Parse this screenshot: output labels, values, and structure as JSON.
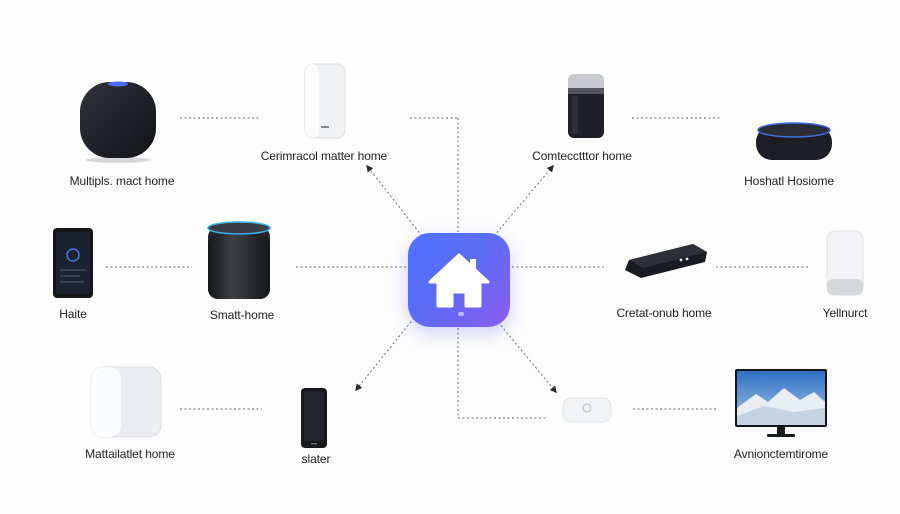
{
  "hub": {
    "icon": "home-icon",
    "gradient": [
      "#4f73ff",
      "#8a5cf0"
    ]
  },
  "devices": [
    {
      "id": "smart-speaker-dome",
      "label": "Multipls. mact home",
      "icon": "smart-speaker-icon"
    },
    {
      "id": "white-cylinder-hub",
      "label": "Cerimracol matter home",
      "icon": "smart-speaker-icon"
    },
    {
      "id": "black-smart-speaker",
      "label": "Comtecctttor home",
      "icon": "smart-speaker-icon"
    },
    {
      "id": "puck-speaker",
      "label": "Hoshatl Hosiome",
      "icon": "smart-speaker-icon"
    },
    {
      "id": "smartphone",
      "label": "Haite",
      "icon": "phone-icon"
    },
    {
      "id": "echo-speaker",
      "label": "Smatt-home",
      "icon": "smart-speaker-icon"
    },
    {
      "id": "streaming-box",
      "label": "Cretat-onub home",
      "icon": "router-icon"
    },
    {
      "id": "white-mini-speaker",
      "label": "Yellnurct",
      "icon": "smart-speaker-icon"
    },
    {
      "id": "cube-hub",
      "label": "Mattailatlet home",
      "icon": "hub-icon"
    },
    {
      "id": "slim-speaker",
      "label": "slater",
      "icon": "smart-speaker-icon"
    },
    {
      "id": "mini-plug",
      "label": "",
      "icon": "plug-icon"
    },
    {
      "id": "tv",
      "label": "Avnionctemtirome",
      "icon": "tv-icon"
    }
  ]
}
